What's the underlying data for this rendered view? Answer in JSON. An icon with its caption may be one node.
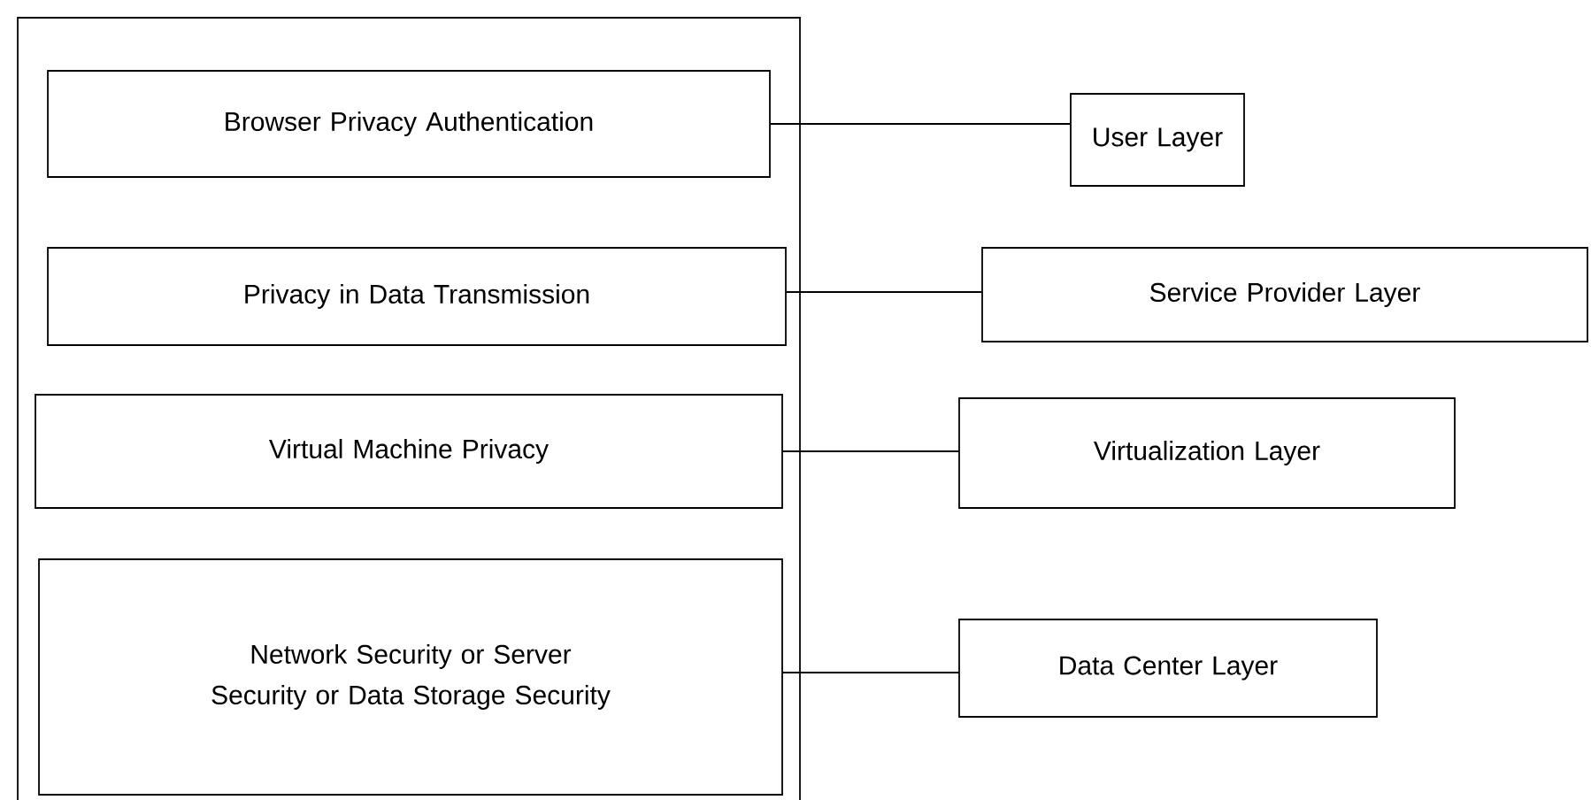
{
  "diagram": {
    "nodes": [
      {
        "text": [],
        "shape": "box"
      },
      {
        "text": [
          "Browser Privacy Authentication"
        ],
        "in": 0
      },
      {
        "text": [
          "Privacy in Data Transmission"
        ],
        "in": 0
      },
      {
        "text": [
          "Virtual Machine Privacy"
        ],
        "in": 0
      },
      {
        "text": [
          "Network Security or Server Security or Data Storage Security"
        ],
        "in": 0
      },
      {
        "text": [
          "User Layer"
        ]
      },
      {
        "text": [
          "Service Provider Layer"
        ]
      },
      {
        "text": [
          "Virtualization Layer"
        ]
      },
      {
        "text": [
          "Data Center Layer"
        ]
      }
    ],
    "edges": [
      {
        "from": 1,
        "to": 5,
        "arrow": "none"
      },
      {
        "from": 2,
        "to": 6,
        "arrow": "none"
      },
      {
        "from": 3,
        "to": 7,
        "arrow": "none"
      },
      {
        "from": 4,
        "to": 8,
        "arrow": "none"
      }
    ]
  }
}
